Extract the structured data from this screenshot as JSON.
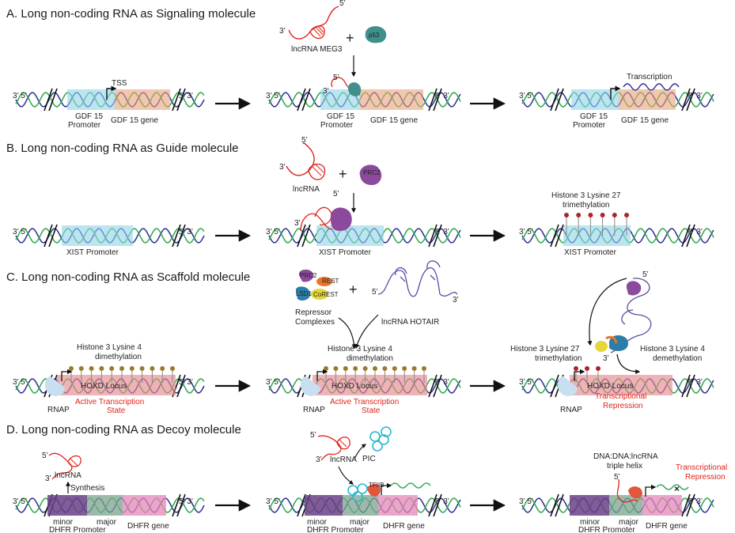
{
  "sections": [
    {
      "id": "A",
      "title": "A. Long non-coding RNA as Signaling molecule"
    },
    {
      "id": "B",
      "title": "B. Long non-coding RNA as Guide molecule"
    },
    {
      "id": "C",
      "title": "C. Long non-coding RNA as Scaffold molecule"
    },
    {
      "id": "D",
      "title": "D. Long non-coding RNA as Decoy molecule"
    }
  ],
  "labels": {
    "three_prime": "3’",
    "five_prime": "5’",
    "plus": "+",
    "tss": "TSS",
    "transcription": "Transcription",
    "gdf_promoter_1": "GDF 15",
    "gdf_promoter_2": "Promoter",
    "gdf_gene": "GDF 15 gene",
    "meg3": "lncRNA MEG3",
    "p53": "p53",
    "lncrna": "lncRNA",
    "prc2": "PRC2",
    "xist_promoter": "XIST Promoter",
    "h3k27_1": "Histone 3 Lysine 27",
    "h3k27_2": "trimethylation",
    "h3k4_1": "Histone 3 Lysine 4",
    "h3k4_2": "dimethylation",
    "h3k4_3": "demethylation",
    "prc2_c": "PRC2",
    "rest": "REST",
    "lsd1": "LSD1",
    "corest": "CoREST",
    "repressor_1": "Repressor",
    "repressor_2": "Complexes",
    "hotair": "lncRNA HOTAIR",
    "hoxd": "HOXD Locus",
    "rnap": "RNAP",
    "active_1": "Active Transcription",
    "active_2": "State",
    "repress_1": "Transcriptional",
    "repress_2": "Repression",
    "synthesis": "Synthesis",
    "minor": "minor",
    "major": "major",
    "dhfr_promoter": "DHFR Promoter",
    "dhfr_gene": "DHFR gene",
    "pic": "PIC",
    "tfiib": "TFIIB",
    "triple_1": "DNA:DNA:lncRNA",
    "triple_2": "triple helix",
    "cross": "×"
  },
  "colors": {
    "strand_blue": "#2b2f8f",
    "strand_green": "#2fa84f",
    "promoter_cyan": "#8fd3e8",
    "gene_orange": "#e9a27a",
    "rna_red": "#e0231b",
    "p53_teal": "#3f8f8c",
    "prc2_purple": "#8b4a9c",
    "locus_pink": "#e58a8e",
    "dhfr_minor": "#6a3f86",
    "dhfr_major": "#7ba38e",
    "dhfr_gene": "#e487b8",
    "pic_cyan": "#28b8d0",
    "mark_brown": "#9a7a2c",
    "mark_red": "#a8262c"
  }
}
